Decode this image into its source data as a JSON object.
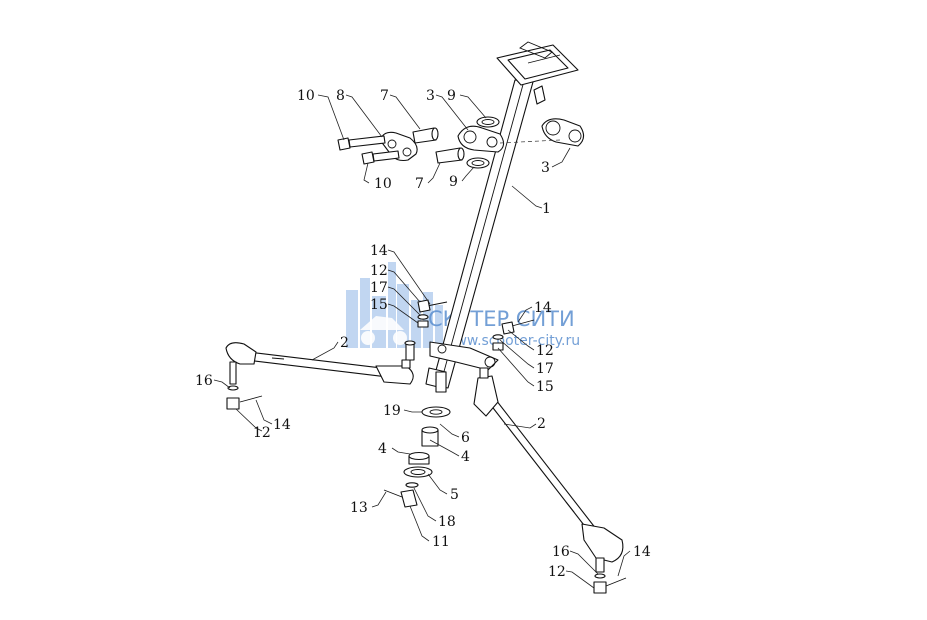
{
  "watermark": {
    "brand": "СКУТЕР СИТИ",
    "url": "www.scooter-city.ru",
    "color": "#5b8fcf",
    "icon": "city-skyline-scooter-logo"
  },
  "labels": {
    "l1": "1",
    "l2a": "2",
    "l2b": "2",
    "l3a": "3",
    "l3b": "3",
    "l4a": "4",
    "l4b": "4",
    "l5": "5",
    "l6": "6",
    "l7a": "7",
    "l7b": "7",
    "l8": "8",
    "l9a": "9",
    "l9b": "9",
    "l10a": "10",
    "l10b": "10",
    "l11": "11",
    "l12a": "12",
    "l12b": "12",
    "l12c": "12",
    "l12d": "12",
    "l13": "13",
    "l14a": "14",
    "l14b": "14",
    "l14c": "14",
    "l14d": "14",
    "l15a": "15",
    "l15b": "15",
    "l16a": "16",
    "l16b": "16",
    "l17a": "17",
    "l17b": "17",
    "l18": "18",
    "l19": "19"
  }
}
